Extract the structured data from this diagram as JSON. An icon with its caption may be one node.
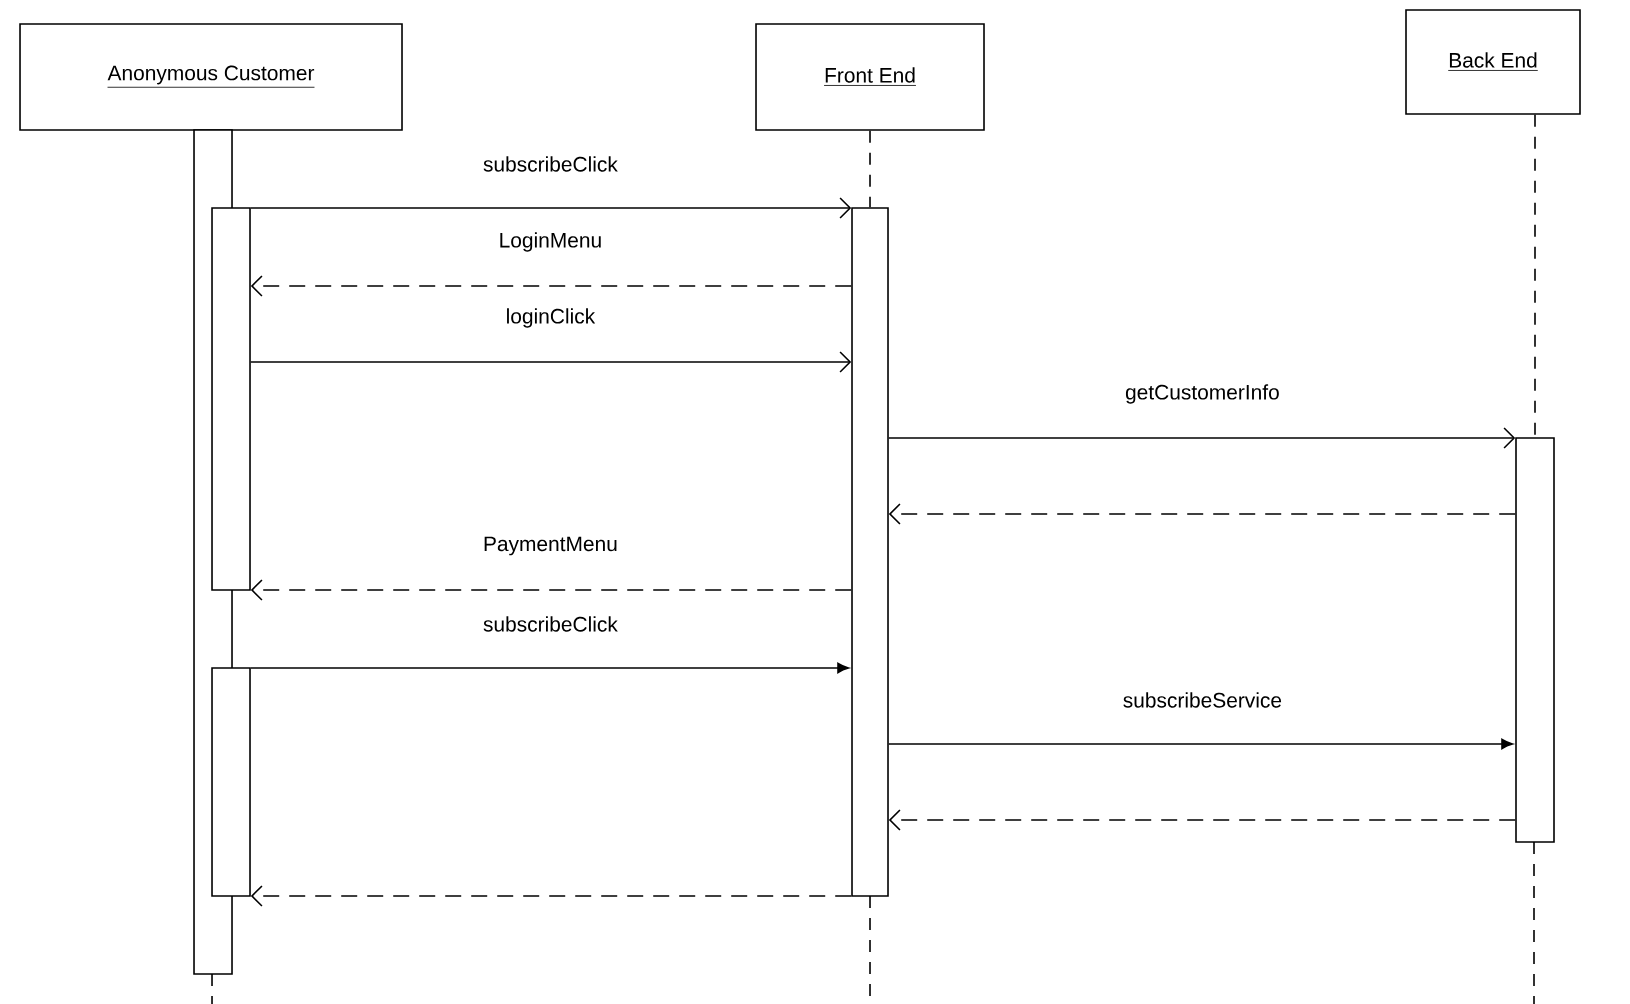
{
  "diagram": {
    "nodes": [
      {
        "text": [
          "Anonymous Customer"
        ]
      },
      {
        "text": [
          "Front End"
        ]
      },
      {
        "text": [
          "Back End"
        ]
      },
      {
        "text": [],
        "shape": "bar"
      },
      {
        "text": [],
        "shape": "bar"
      },
      {
        "text": [],
        "shape": "bar"
      },
      {
        "text": [],
        "shape": "bar"
      },
      {
        "text": [],
        "shape": "bar"
      }
    ],
    "edges": [
      {
        "from": 4,
        "to": 6,
        "arrow": "to",
        "label": "subscribeClick"
      },
      {
        "from": 6,
        "to": 4,
        "arrow": "to",
        "label": "LoginMenu",
        "style": "dashed"
      },
      {
        "from": 4,
        "to": 6,
        "arrow": "to",
        "label": "loginClick"
      },
      {
        "from": 6,
        "to": 7,
        "arrow": "to",
        "label": "getCustomerInfo"
      },
      {
        "from": 7,
        "to": 6,
        "arrow": "to",
        "style": "dashed"
      },
      {
        "from": 6,
        "to": 4,
        "arrow": "to",
        "label": "PaymentMenu",
        "style": "dashed"
      },
      {
        "from": 5,
        "to": 6,
        "arrow": "to",
        "label": "subscribeClick"
      },
      {
        "from": 6,
        "to": 7,
        "arrow": "to",
        "label": "subscribeService"
      },
      {
        "from": 7,
        "to": 6,
        "arrow": "to",
        "style": "dashed"
      },
      {
        "from": 6,
        "to": 5,
        "arrow": "to",
        "style": "dashed"
      },
      {
        "from": 1,
        "to": 6,
        "arrow": "none",
        "style": "dashed"
      },
      {
        "from": 2,
        "to": 7,
        "arrow": "none",
        "style": "dashed"
      }
    ]
  }
}
